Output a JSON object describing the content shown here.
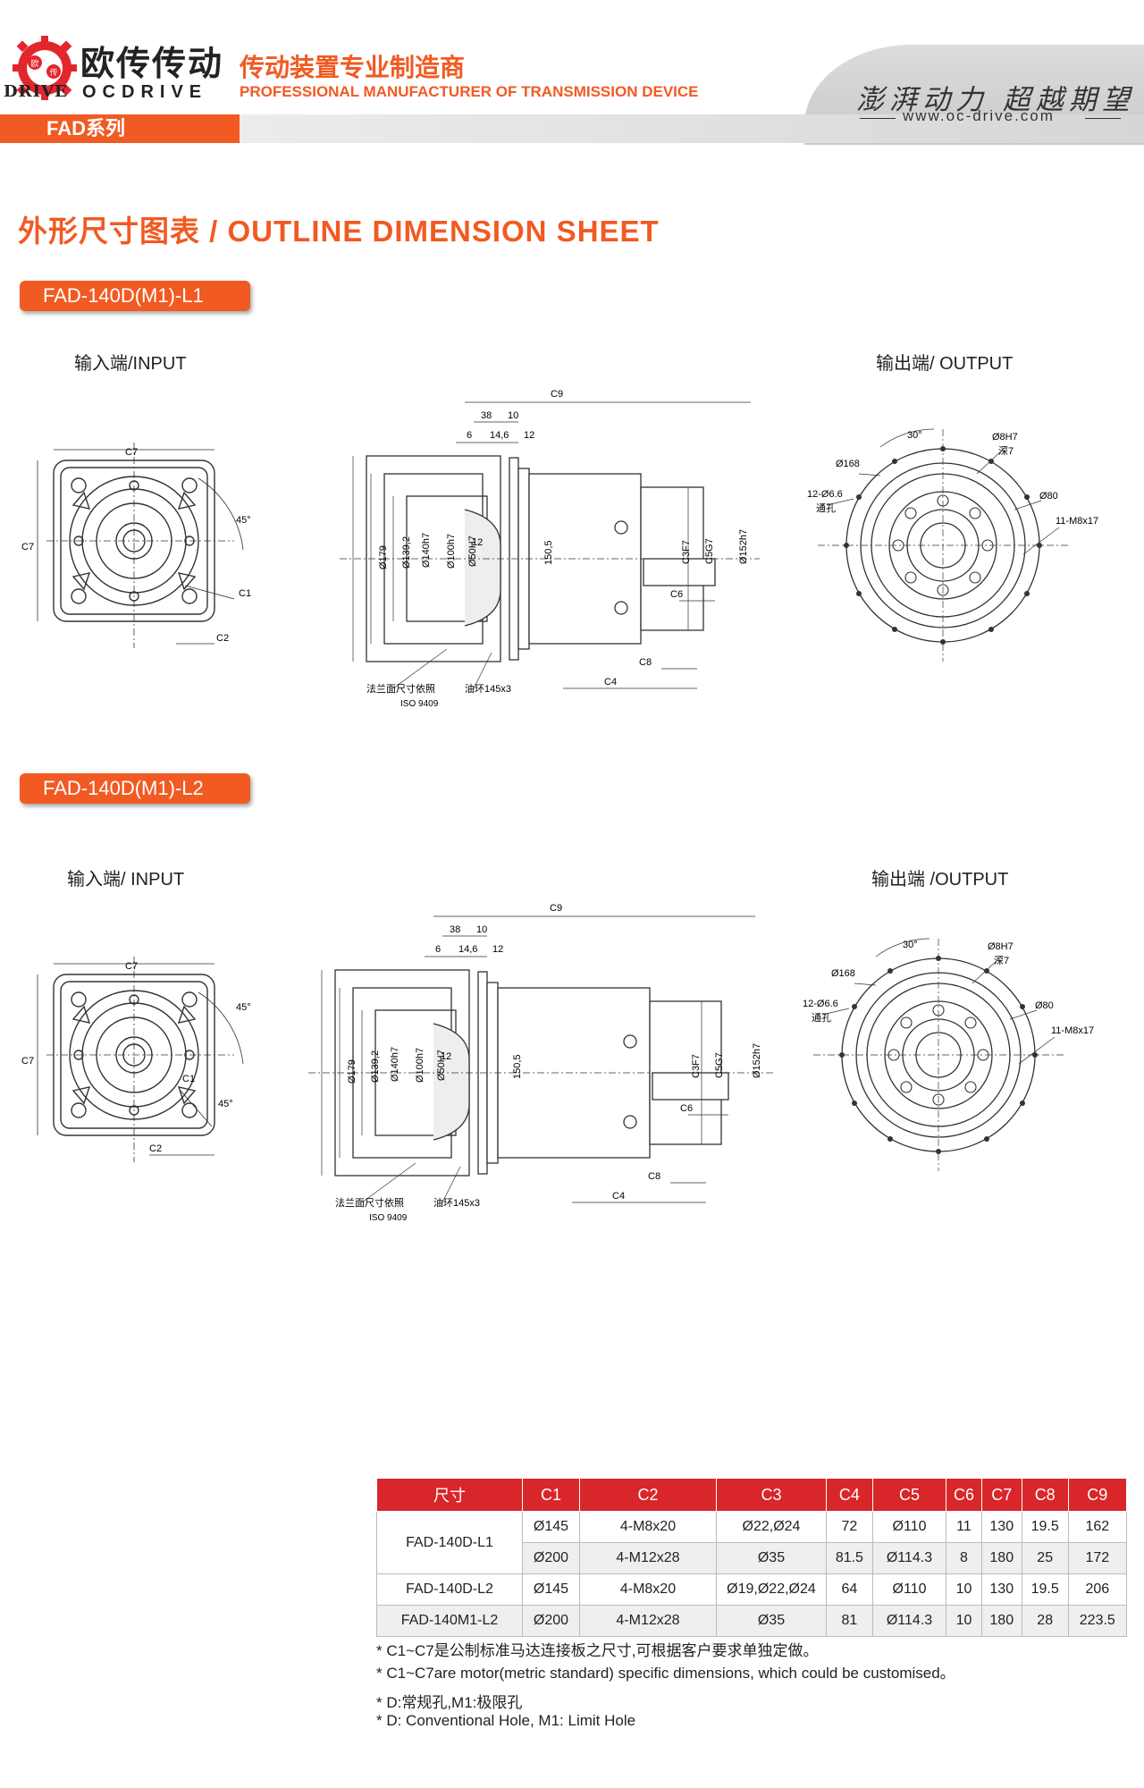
{
  "brand": {
    "name_cn": "欧传传动",
    "name_en": "OCDRIVE",
    "logo_text": "DRIVE",
    "tagline_cn": "传动装置专业制造商",
    "tagline_en": "PROFESSIONAL MANUFACTURER OF TRANSMISSION DEVICE",
    "slogan": "澎湃动力 超越期望",
    "website": "www.oc-drive.com",
    "series": "FAD系列"
  },
  "colors": {
    "accent": "#f15a22",
    "table_header": "#d8262a"
  },
  "sheet_title": "外形尺寸图表 / OUTLINE DIMENSION SHEET",
  "sections": [
    {
      "model": "FAD-140D(M1)-L1",
      "input_label": "输入端/INPUT",
      "output_label": "输出端/ OUTPUT"
    },
    {
      "model": "FAD-140D(M1)-L2",
      "input_label": "输入端/ INPUT",
      "output_label": "输出端 /OUTPUT"
    }
  ],
  "drawing_labels": {
    "c7": "C7",
    "c1": "C1",
    "c2": "C2",
    "angle45": "45°",
    "c9": "C9",
    "d38": "38",
    "d10": "10",
    "d6": "6",
    "d146": "14,6",
    "d12": "12",
    "phi179": "Ø179",
    "phi1392": "Ø139,2",
    "phi140": "Ø140h7",
    "phi100": "Ø100h7",
    "phi50": "Ø50H7",
    "d1505": "150,5",
    "c3": "C3F7",
    "c5": "C5G7",
    "phi152": "Ø152h7",
    "c6": "C6",
    "c8": "C8",
    "c4": "C4",
    "flange_note": "法兰面尺寸依照",
    "iso": "ISO 9409",
    "oring": "油环145x3",
    "angle30": "30°",
    "phi8": "Ø8H7",
    "depth7": "深7",
    "phi168": "Ø168",
    "phi80": "Ø80",
    "holes12": "12-Ø6.6",
    "through": "通孔",
    "m8": "11-M8x17"
  },
  "table": {
    "headers": [
      "尺寸",
      "C1",
      "C2",
      "C3",
      "C4",
      "C5",
      "C6",
      "C7",
      "C8",
      "C9"
    ],
    "rows": [
      {
        "model": "FAD-140D-L1",
        "cells": [
          "Ø145",
          "4-M8x20",
          "Ø22,Ø24",
          "72",
          "Ø110",
          "11",
          "130",
          "19.5",
          "162"
        ]
      },
      {
        "model": "",
        "cells": [
          "Ø200",
          "4-M12x28",
          "Ø35",
          "81.5",
          "Ø114.3",
          "8",
          "180",
          "25",
          "172"
        ]
      },
      {
        "model": "FAD-140D-L2",
        "cells": [
          "Ø145",
          "4-M8x20",
          "Ø19,Ø22,Ø24",
          "64",
          "Ø110",
          "10",
          "130",
          "19.5",
          "206"
        ]
      },
      {
        "model": "FAD-140M1-L2",
        "cells": [
          "Ø200",
          "4-M12x28",
          "Ø35",
          "81",
          "Ø114.3",
          "10",
          "180",
          "28",
          "223.5"
        ]
      }
    ]
  },
  "notes": [
    "* C1~C7是公制标准马达连接板之尺寸,可根据客户要求单独定做。",
    "* C1~C7are motor(metric standard)  specific dimensions, which could be customised。",
    "* D:常规孔,M1:极限孔",
    "* D: Conventional Hole, M1: Limit Hole"
  ]
}
